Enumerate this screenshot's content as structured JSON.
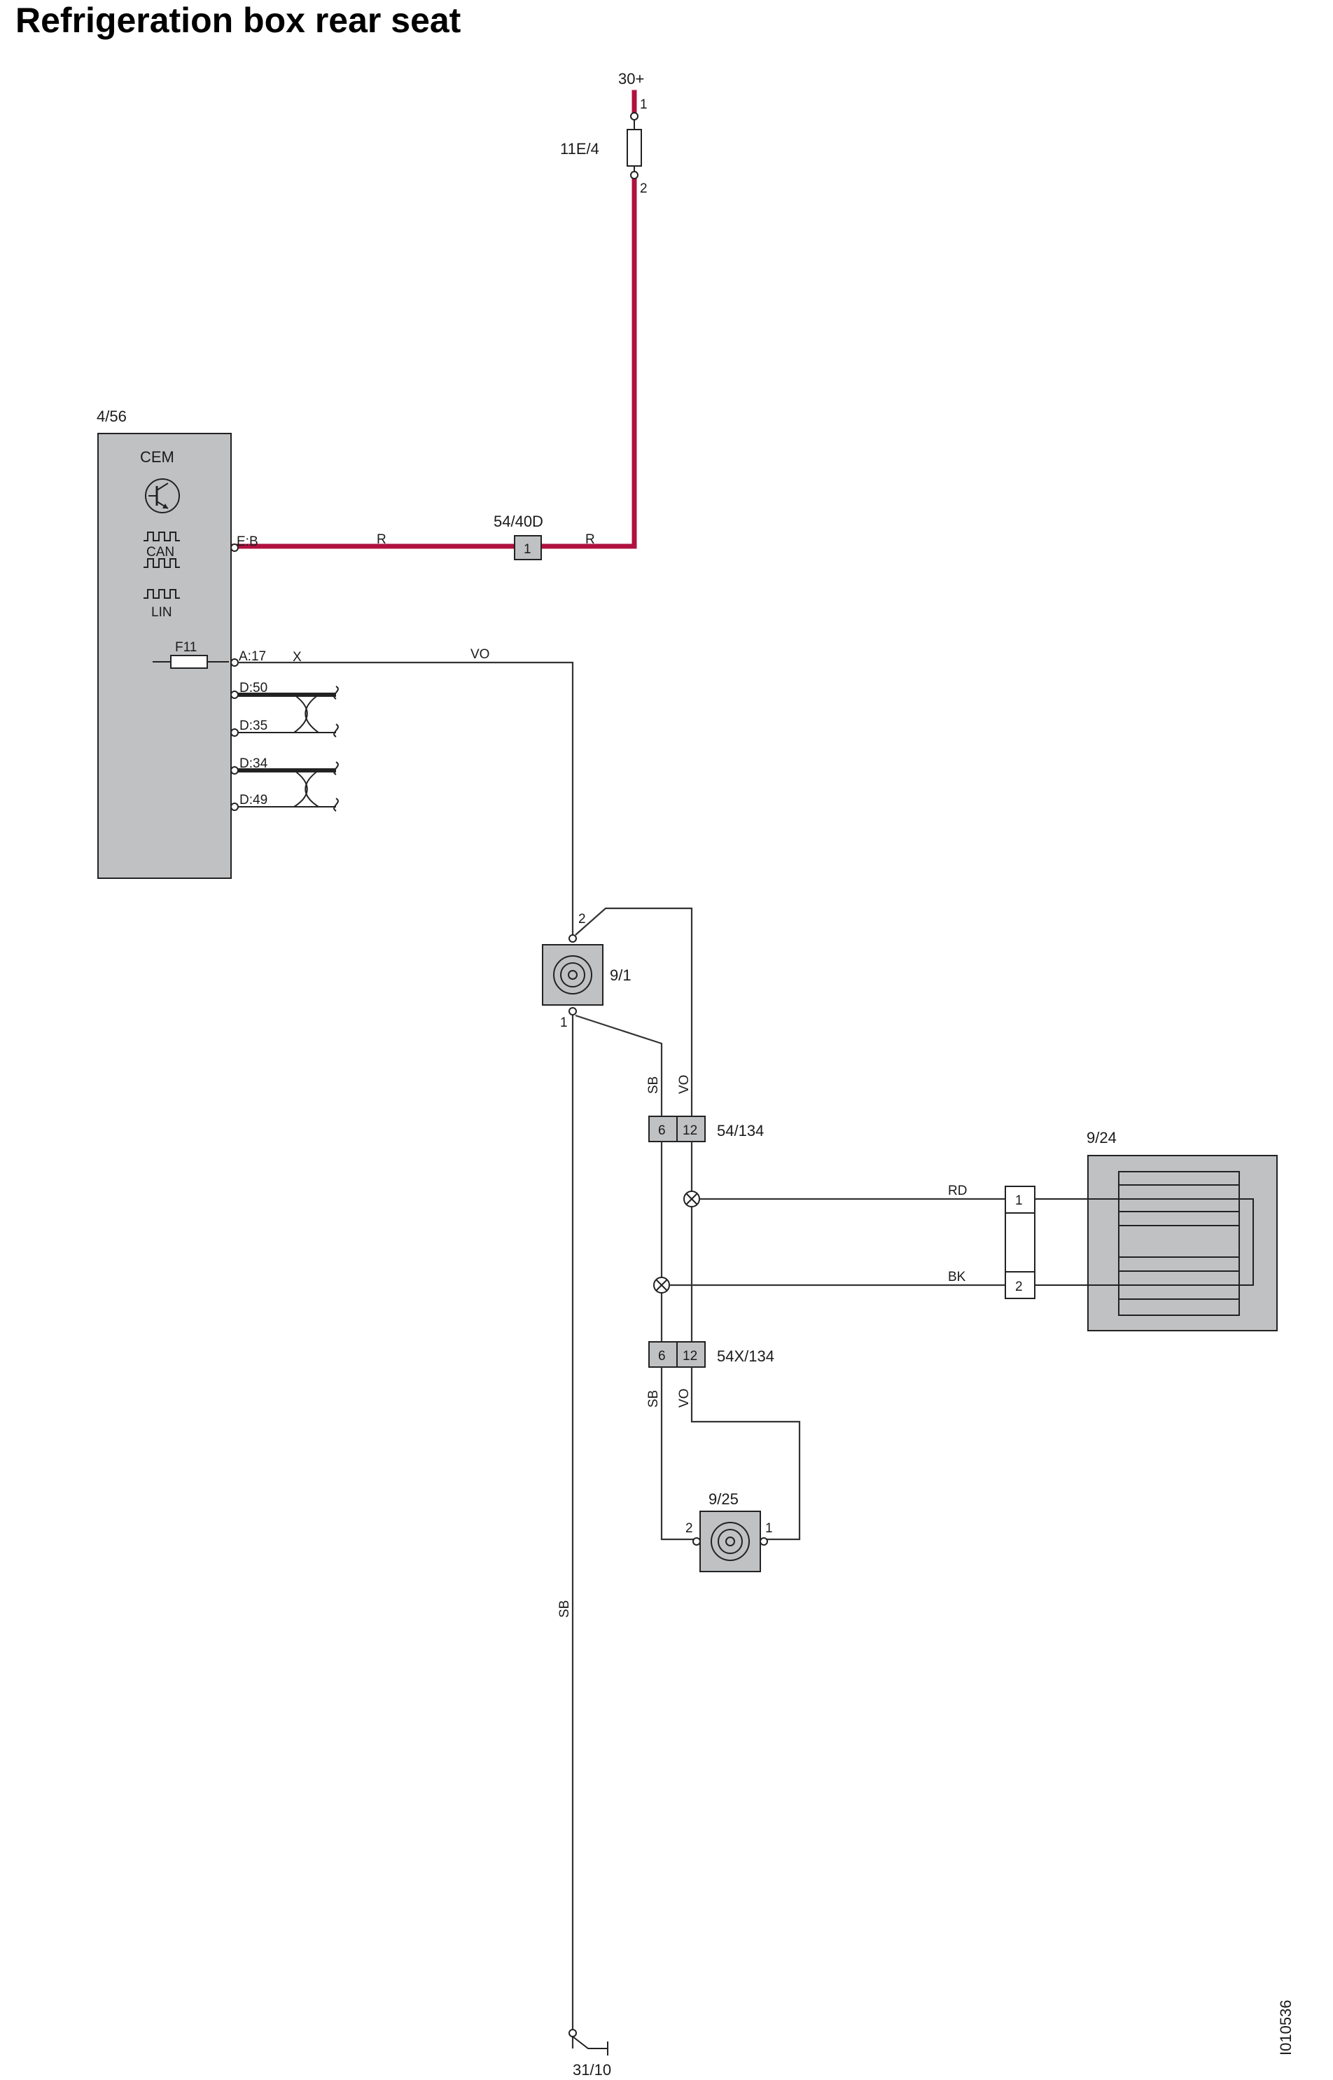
{
  "title": "Refrigeration box rear seat",
  "doc_id": "I010536",
  "supply": {
    "label": "30+",
    "fuse": "11E/4",
    "pin1": "1",
    "pin2": "2"
  },
  "cem": {
    "ref": "4/56",
    "name": "CEM",
    "can": "CAN",
    "lin": "LIN",
    "fuse": "F11",
    "pins": {
      "eb": "E:B",
      "a17": "A:17",
      "x": "X",
      "d50": "D:50",
      "d35": "D:35",
      "d34": "D:34",
      "d49": "D:49"
    }
  },
  "connector_54_40d": {
    "ref": "54/40D",
    "pin": "1"
  },
  "wire_colors": {
    "r": "R",
    "vo": "VO",
    "sb": "SB",
    "rd": "RD",
    "bk": "BK"
  },
  "switch_9_1": {
    "ref": "9/1",
    "pin1": "1",
    "pin2": "2"
  },
  "connector_54_134": {
    "ref": "54/134",
    "pin_a": "6",
    "pin_b": "12"
  },
  "connector_54x_134": {
    "ref": "54X/134",
    "pin_a": "6",
    "pin_b": "12"
  },
  "refrigerator_9_24": {
    "ref": "9/24",
    "pin1": "1",
    "pin2": "2"
  },
  "switch_9_25": {
    "ref": "9/25",
    "pin1": "1",
    "pin2": "2"
  },
  "ground": {
    "ref": "31/10"
  },
  "icons": [
    "transistor-icon",
    "can-signal-icon",
    "lin-signal-icon",
    "fuse-icon",
    "twisted-pair-icon",
    "switch-icon",
    "splice-icon",
    "ground-icon",
    "cooler-element-icon"
  ],
  "colors": {
    "power_wire": "#b0113f",
    "component_fill": "#c0c1c3",
    "wire": "#333333"
  }
}
